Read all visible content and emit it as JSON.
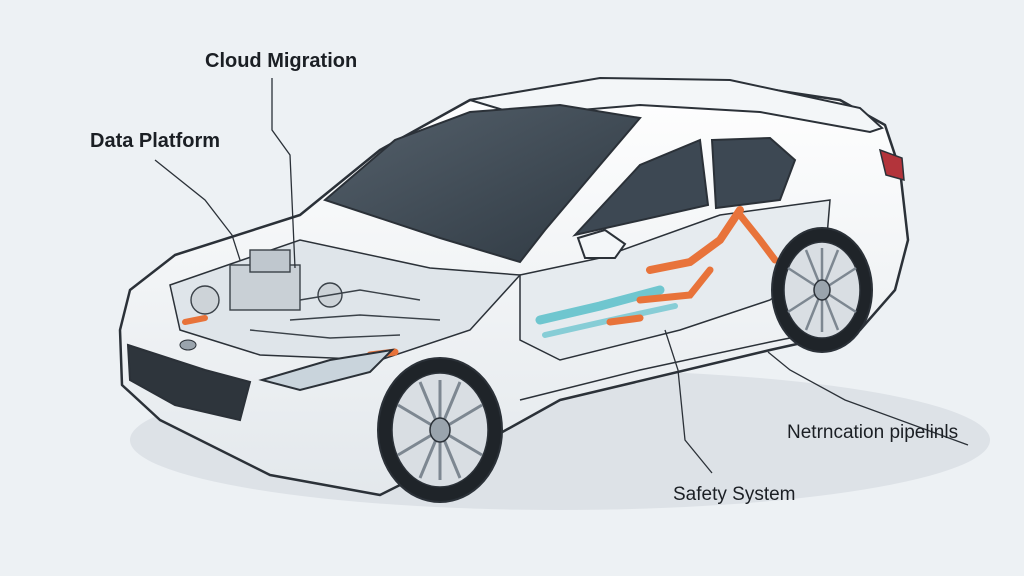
{
  "diagram": {
    "callouts": [
      {
        "id": "cloud-migration",
        "label": "Cloud Migration"
      },
      {
        "id": "data-platform",
        "label": "Data Platform"
      },
      {
        "id": "network-pipelines",
        "label": "Netrncation pipelinls"
      },
      {
        "id": "safety-system",
        "label": "Safety System"
      }
    ]
  },
  "colors": {
    "background": "#edf1f4",
    "body": "#f8fafb",
    "outline": "#2b3138",
    "glass": "#3d4853",
    "accent_orange": "#e8733a",
    "accent_teal": "#6fc6cf",
    "leader_line": "#2b3138"
  }
}
